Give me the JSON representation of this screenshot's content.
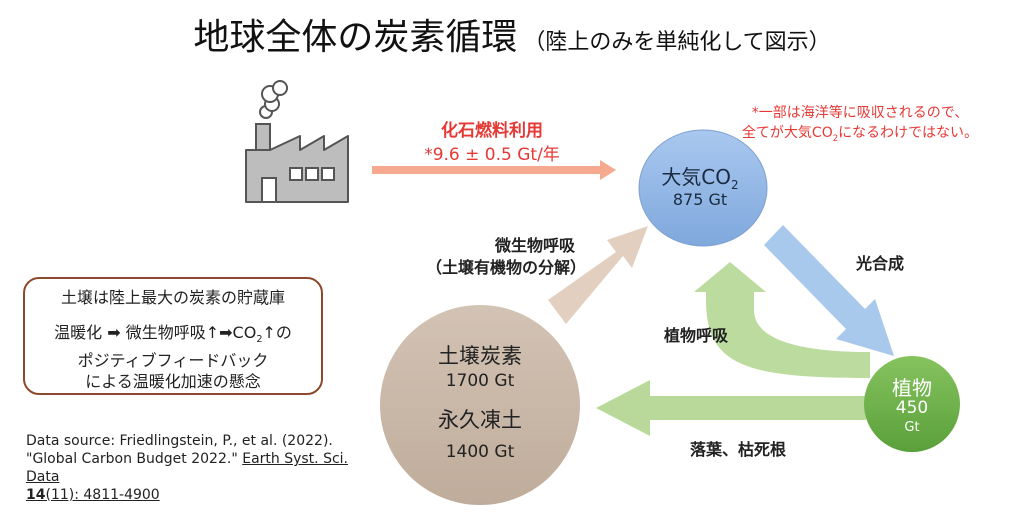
{
  "title": {
    "main": "地球全体の炭素循環",
    "sub": "（陸上のみを単純化して図示）"
  },
  "fossil_fuel": {
    "label": "化石燃料利用",
    "value": "*9.6 ± 0.5 Gt/年"
  },
  "note": {
    "line1": "*一部は海洋等に吸収されるので、",
    "line2_a": "全てが大気CO",
    "line2_sub": "2",
    "line2_b": "になるわけではない。"
  },
  "atmosphere": {
    "name": "大気CO",
    "name_sub": "2",
    "value": "875 Gt"
  },
  "plants": {
    "name": "植物",
    "value": "450",
    "unit": "Gt"
  },
  "soil": {
    "name": "土壌炭素",
    "value": "1700 Gt"
  },
  "permafrost": {
    "name": "永久凍土",
    "value": "1400 Gt"
  },
  "flows": {
    "photosynthesis": "光合成",
    "plant_respiration": "植物呼吸",
    "litter": "落葉、枯死根",
    "microbial_line1": "微生物呼吸",
    "microbial_line2": "（土壌有機物の分解）"
  },
  "info_box": {
    "line1": "土壌は陸上最大の炭素の貯蔵庫",
    "line2_a": "温暖化 ➡ 微生物呼吸↑➡CO",
    "line2_sub": "2",
    "line2_b": "↑の",
    "line3": "ポジティブフィードバック",
    "line4": "による温暖化加速の懸念"
  },
  "source": {
    "prefix": "Data source: Friedlingstein, P., et al. (2022).",
    "title": "\"Global Carbon Budget 2022.\"",
    "journal": "Earth Syst. Sci. Data",
    "volume": "14",
    "issue_pages": "(11): 4811-4900"
  },
  "colors": {
    "fossil_arrow": "#f5a98f",
    "atmosphere_circle": "#8eb6e6",
    "photosynthesis_arrow": "#a8c8ec",
    "plant_circle": "#6ab04c",
    "green_arrows": "#b8d99a",
    "soil_circle": "#c9b8a8",
    "microbial_arrow": "#e3cfbf",
    "box_border": "#8b4a2b",
    "note_red": "#e53935"
  },
  "icons": [
    "factory-icon",
    "smoke-icon"
  ]
}
